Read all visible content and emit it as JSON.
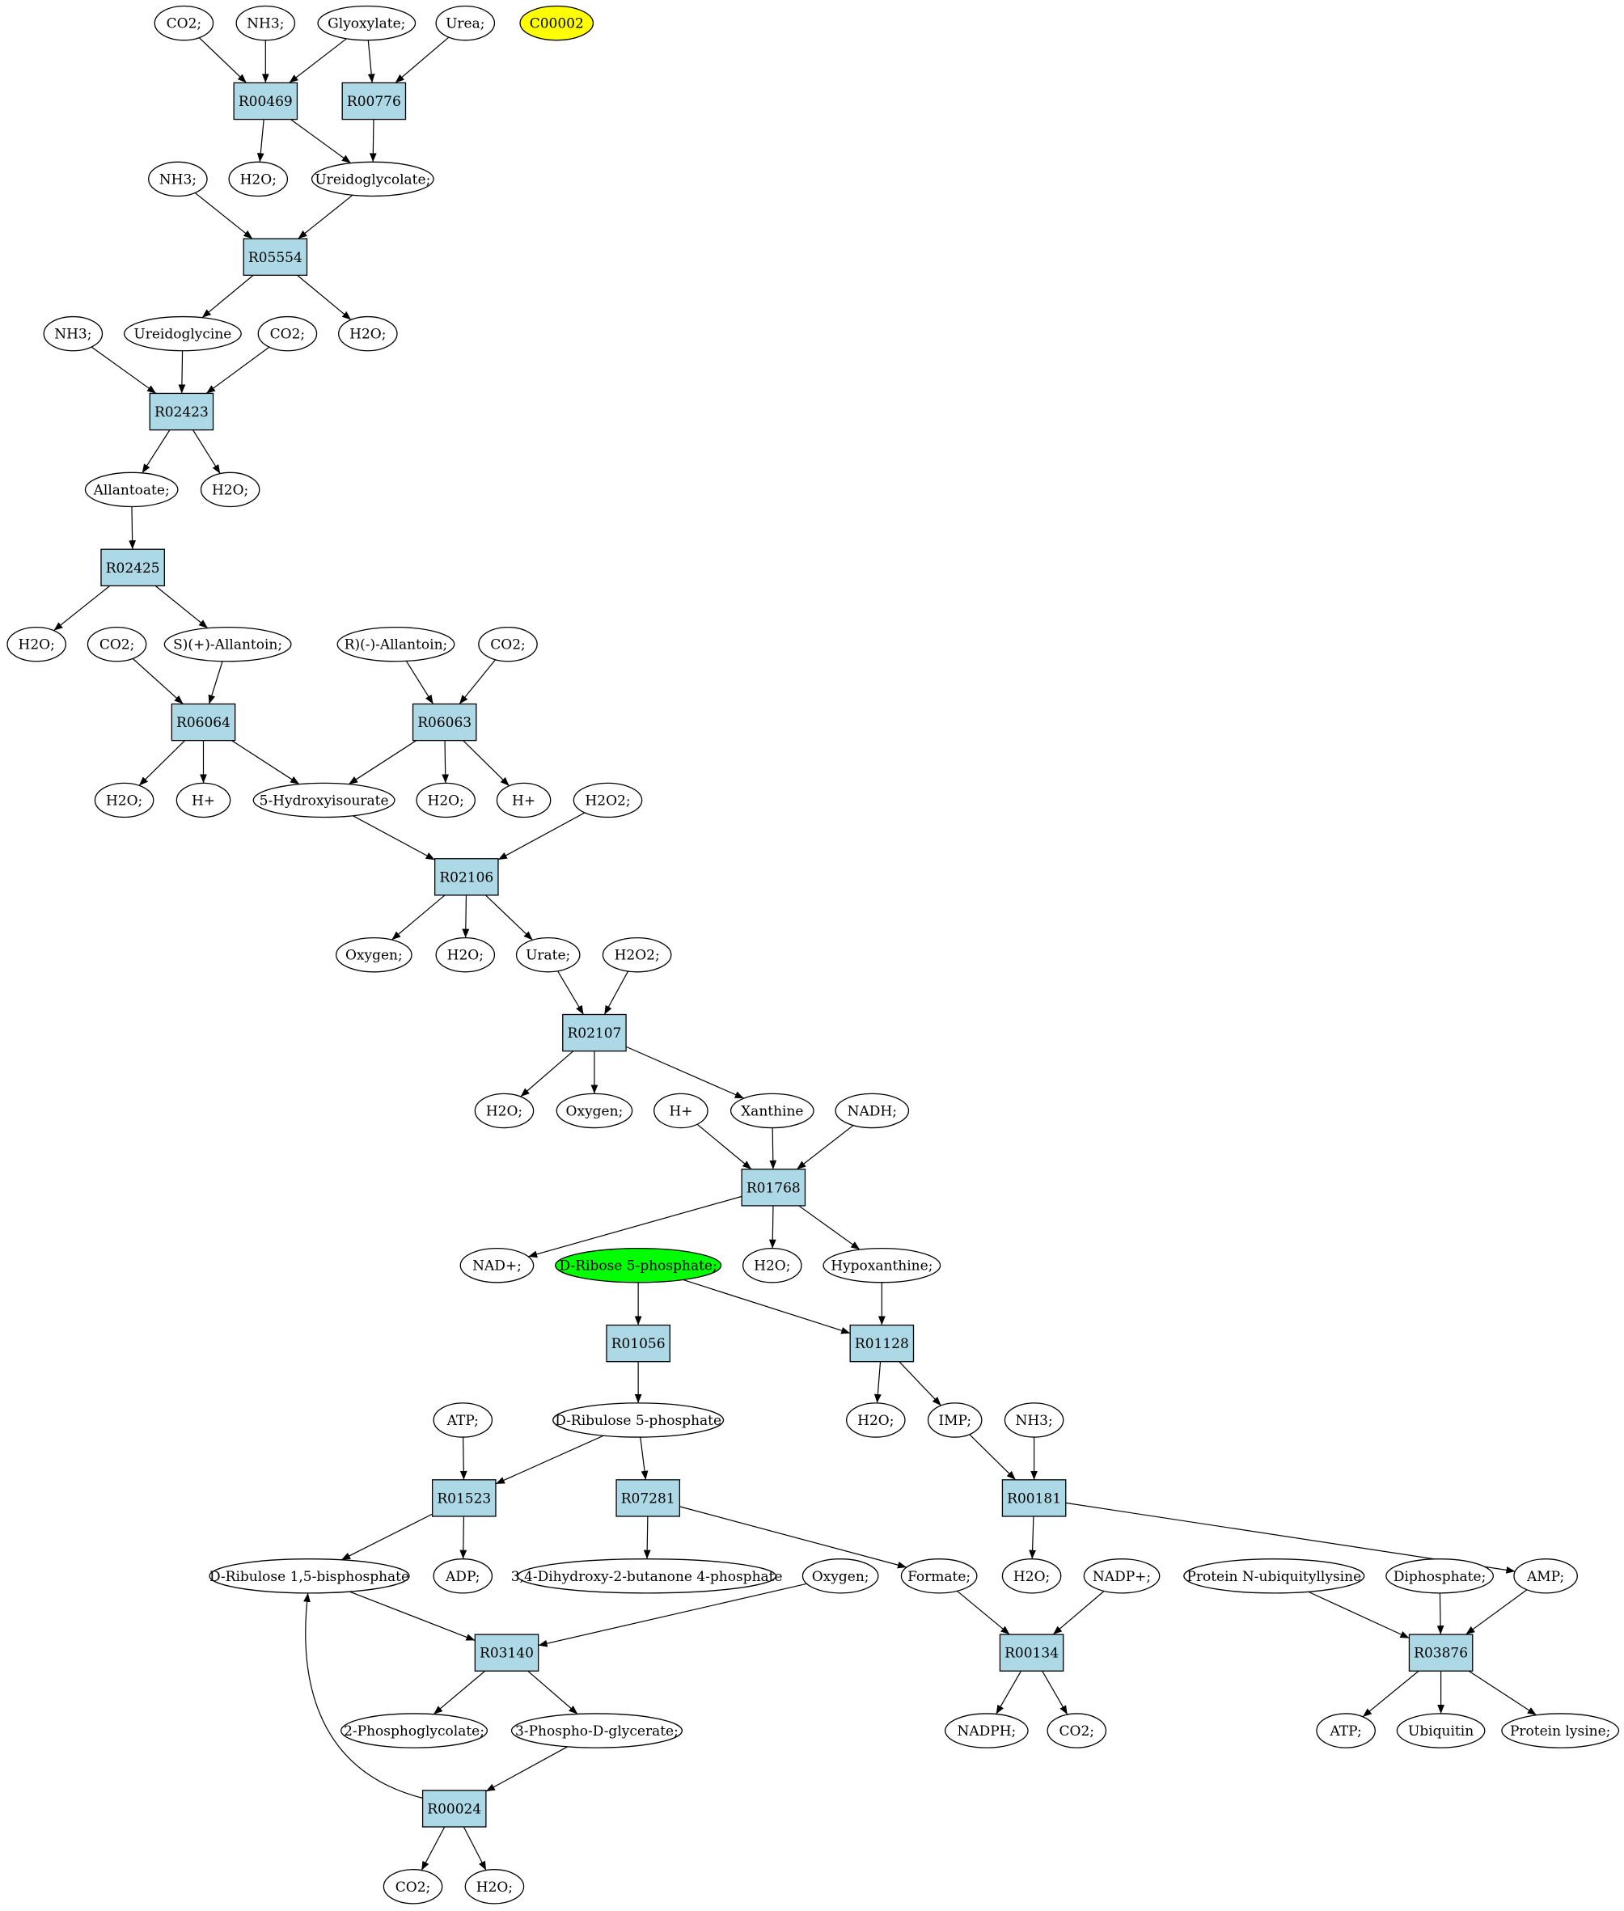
{
  "colors": {
    "reaction_fill": "#add8e6",
    "compound_fill": "#ffffff",
    "highlight_yellow": "#ffff00",
    "highlight_green": "#00ff00",
    "stroke": "#000000"
  },
  "reactions": [
    {
      "id": "R00469",
      "label": "R00469"
    },
    {
      "id": "R00776",
      "label": "R00776"
    },
    {
      "id": "R05554",
      "label": "R05554"
    },
    {
      "id": "R02423",
      "label": "R02423"
    },
    {
      "id": "R02425",
      "label": "R02425"
    },
    {
      "id": "R06064",
      "label": "R06064"
    },
    {
      "id": "R06063",
      "label": "R06063"
    },
    {
      "id": "R02106",
      "label": "R02106"
    },
    {
      "id": "R02107",
      "label": "R02107"
    },
    {
      "id": "R01768",
      "label": "R01768"
    },
    {
      "id": "R01056",
      "label": "R01056"
    },
    {
      "id": "R01128",
      "label": "R01128"
    },
    {
      "id": "R01523",
      "label": "R01523"
    },
    {
      "id": "R07281",
      "label": "R07281"
    },
    {
      "id": "R00181",
      "label": "R00181"
    },
    {
      "id": "R03140",
      "label": "R03140"
    },
    {
      "id": "R00134",
      "label": "R00134"
    },
    {
      "id": "R03876",
      "label": "R03876"
    },
    {
      "id": "R00024",
      "label": "R00024"
    }
  ],
  "compounds": [
    {
      "id": "c_co2_a",
      "label": "CO2;"
    },
    {
      "id": "c_nh3_a",
      "label": "NH3;"
    },
    {
      "id": "c_glyoxylate",
      "label": "Glyoxylate;"
    },
    {
      "id": "c_urea",
      "label": "Urea;"
    },
    {
      "id": "c_c00002",
      "label": "C00002",
      "highlight": "yellow"
    },
    {
      "id": "c_nh3_b",
      "label": "NH3;"
    },
    {
      "id": "c_h2o_a",
      "label": "H2O;"
    },
    {
      "id": "c_ureidoglycolate",
      "label": "Ureidoglycolate;"
    },
    {
      "id": "c_nh3_c",
      "label": "NH3;"
    },
    {
      "id": "c_ureidoglycine",
      "label": "Ureidoglycine"
    },
    {
      "id": "c_co2_b",
      "label": "CO2;"
    },
    {
      "id": "c_h2o_b",
      "label": "H2O;"
    },
    {
      "id": "c_allantoate",
      "label": "Allantoate;"
    },
    {
      "id": "c_h2o_c",
      "label": "H2O;"
    },
    {
      "id": "c_h2o_d",
      "label": "H2O;"
    },
    {
      "id": "c_co2_c",
      "label": "CO2;"
    },
    {
      "id": "c_s_allantoin",
      "label": "S)(+)-Allantoin;"
    },
    {
      "id": "c_r_allantoin",
      "label": "R)(-)-Allantoin;"
    },
    {
      "id": "c_co2_d",
      "label": "CO2;"
    },
    {
      "id": "c_h2o_e",
      "label": "H2O;"
    },
    {
      "id": "c_hplus_a",
      "label": "H+"
    },
    {
      "id": "c_5hiu",
      "label": "5-Hydroxyisourate"
    },
    {
      "id": "c_h2o_f",
      "label": "H2O;"
    },
    {
      "id": "c_hplus_b",
      "label": "H+"
    },
    {
      "id": "c_h2o2_a",
      "label": "H2O2;"
    },
    {
      "id": "c_oxygen_a",
      "label": "Oxygen;"
    },
    {
      "id": "c_h2o_g",
      "label": "H2O;"
    },
    {
      "id": "c_urate",
      "label": "Urate;"
    },
    {
      "id": "c_h2o2_b",
      "label": "H2O2;"
    },
    {
      "id": "c_h2o_h",
      "label": "H2O;"
    },
    {
      "id": "c_oxygen_b",
      "label": "Oxygen;"
    },
    {
      "id": "c_hplus_c",
      "label": "H+"
    },
    {
      "id": "c_xanthine",
      "label": "Xanthine"
    },
    {
      "id": "c_nadh",
      "label": "NADH;"
    },
    {
      "id": "c_nadplus",
      "label": "NAD+;"
    },
    {
      "id": "c_r5p",
      "label": "D-Ribose 5-phosphate;",
      "highlight": "green"
    },
    {
      "id": "c_h2o_i",
      "label": "H2O;"
    },
    {
      "id": "c_hypoxanthine",
      "label": "Hypoxanthine;"
    },
    {
      "id": "c_h2o_j",
      "label": "H2O;"
    },
    {
      "id": "c_imp",
      "label": "IMP;"
    },
    {
      "id": "c_nh3_d",
      "label": "NH3;"
    },
    {
      "id": "c_atp_a",
      "label": "ATP;"
    },
    {
      "id": "c_ru5p",
      "label": "D-Ribulose 5-phosphate"
    },
    {
      "id": "c_rubp",
      "label": "D-Ribulose 1,5-bisphosphate"
    },
    {
      "id": "c_adp",
      "label": "ADP;"
    },
    {
      "id": "c_dhbp",
      "label": "3,4-Dihydroxy-2-butanone 4-phosphate"
    },
    {
      "id": "c_oxygen_c",
      "label": "Oxygen;"
    },
    {
      "id": "c_formate",
      "label": "Formate;"
    },
    {
      "id": "c_h2o_k",
      "label": "H2O;"
    },
    {
      "id": "c_nadpplus",
      "label": "NADP+;"
    },
    {
      "id": "c_protein_ubq",
      "label": "Protein N-ubiquityllysine"
    },
    {
      "id": "c_diphosphate",
      "label": "Diphosphate;"
    },
    {
      "id": "c_amp",
      "label": "AMP;"
    },
    {
      "id": "c_2pg",
      "label": "2-Phosphoglycolate;"
    },
    {
      "id": "c_3pg",
      "label": "3-Phospho-D-glycerate;"
    },
    {
      "id": "c_nadph",
      "label": "NADPH;"
    },
    {
      "id": "c_co2_e",
      "label": "CO2;"
    },
    {
      "id": "c_atp_b",
      "label": "ATP;"
    },
    {
      "id": "c_ubiquitin",
      "label": "Ubiquitin"
    },
    {
      "id": "c_protein_lys",
      "label": "Protein lysine;"
    },
    {
      "id": "c_co2_f",
      "label": "CO2;"
    },
    {
      "id": "c_h2o_l",
      "label": "H2O;"
    }
  ]
}
